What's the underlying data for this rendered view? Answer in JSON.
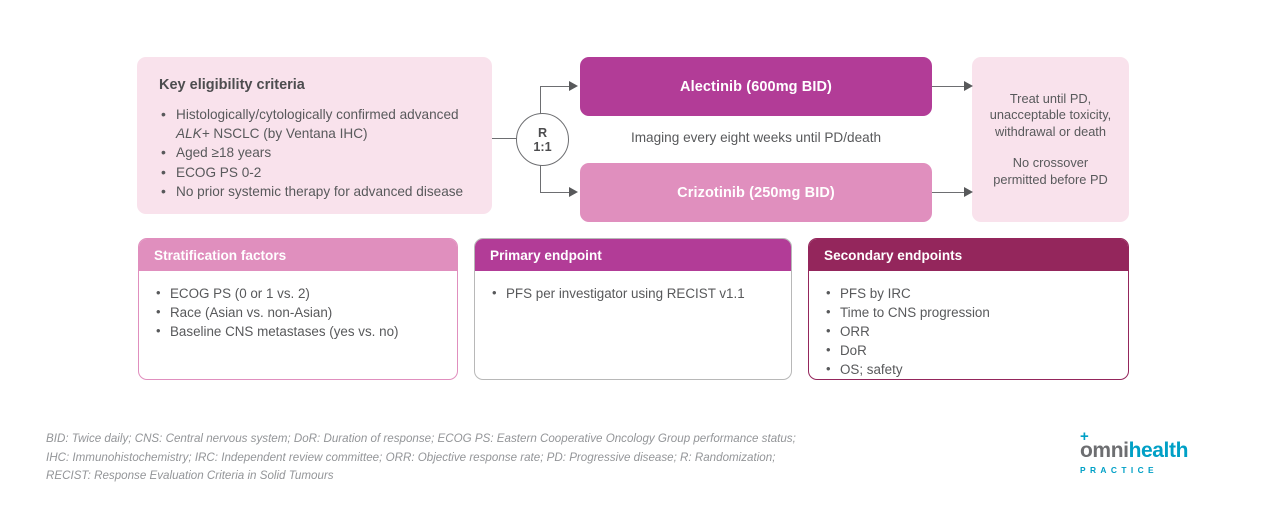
{
  "eligibility": {
    "title": "Key eligibility criteria",
    "items": [
      "Histologically/cytologically confirmed advanced",
      "ALK+",
      " NSCLC (by Ventana IHC)",
      "Aged ≥18 years",
      "ECOG PS 0-2",
      "No prior systemic therapy for advanced disease"
    ]
  },
  "randomization": {
    "line1": "R",
    "line2": "1:1"
  },
  "arms": {
    "experimental": "Alectinib (600mg BID)",
    "comparator": "Crizotinib (250mg BID)",
    "imaging_note": "Imaging every eight weeks until PD/death"
  },
  "outcome": {
    "line1": "Treat until PD,",
    "line2": "unacceptable toxicity,",
    "line3": "withdrawal or death",
    "line4": "No crossover",
    "line5": "permitted before PD"
  },
  "panels": {
    "stratification": {
      "header": "Stratification factors",
      "items": [
        "ECOG PS (0 or 1 vs. 2)",
        "Race (Asian vs. non-Asian)",
        "Baseline CNS metastases (yes vs. no)"
      ]
    },
    "primary": {
      "header": "Primary endpoint",
      "items": [
        "PFS per investigator using RECIST v1.1"
      ]
    },
    "secondary": {
      "header": "Secondary endpoints",
      "items": [
        "PFS by IRC",
        "Time to CNS progression",
        "ORR",
        "DoR",
        "OS; safety"
      ]
    }
  },
  "footnotes": {
    "line1": "BID: Twice daily; CNS: Central nervous system; DoR: Duration of response; ECOG PS: Eastern Cooperative Oncology Group performance status;",
    "line2": "IHC: Immunohistochemistry; IRC: Independent review committee; ORR: Objective response rate; PD: Progressive disease; R: Randomization;",
    "line3": "RECIST: Response Evaluation Criteria in Solid Tumours"
  },
  "logo": {
    "plus": "+",
    "part1": "omni",
    "part2": "health",
    "tagline": "PRACTICE"
  },
  "colors": {
    "experimental_arm": "#b23c97",
    "comparator_arm": "#e08fbe",
    "secondary_header": "#94265c",
    "light_pink": "#f9e2ec",
    "logo_teal": "#00a0c6"
  }
}
